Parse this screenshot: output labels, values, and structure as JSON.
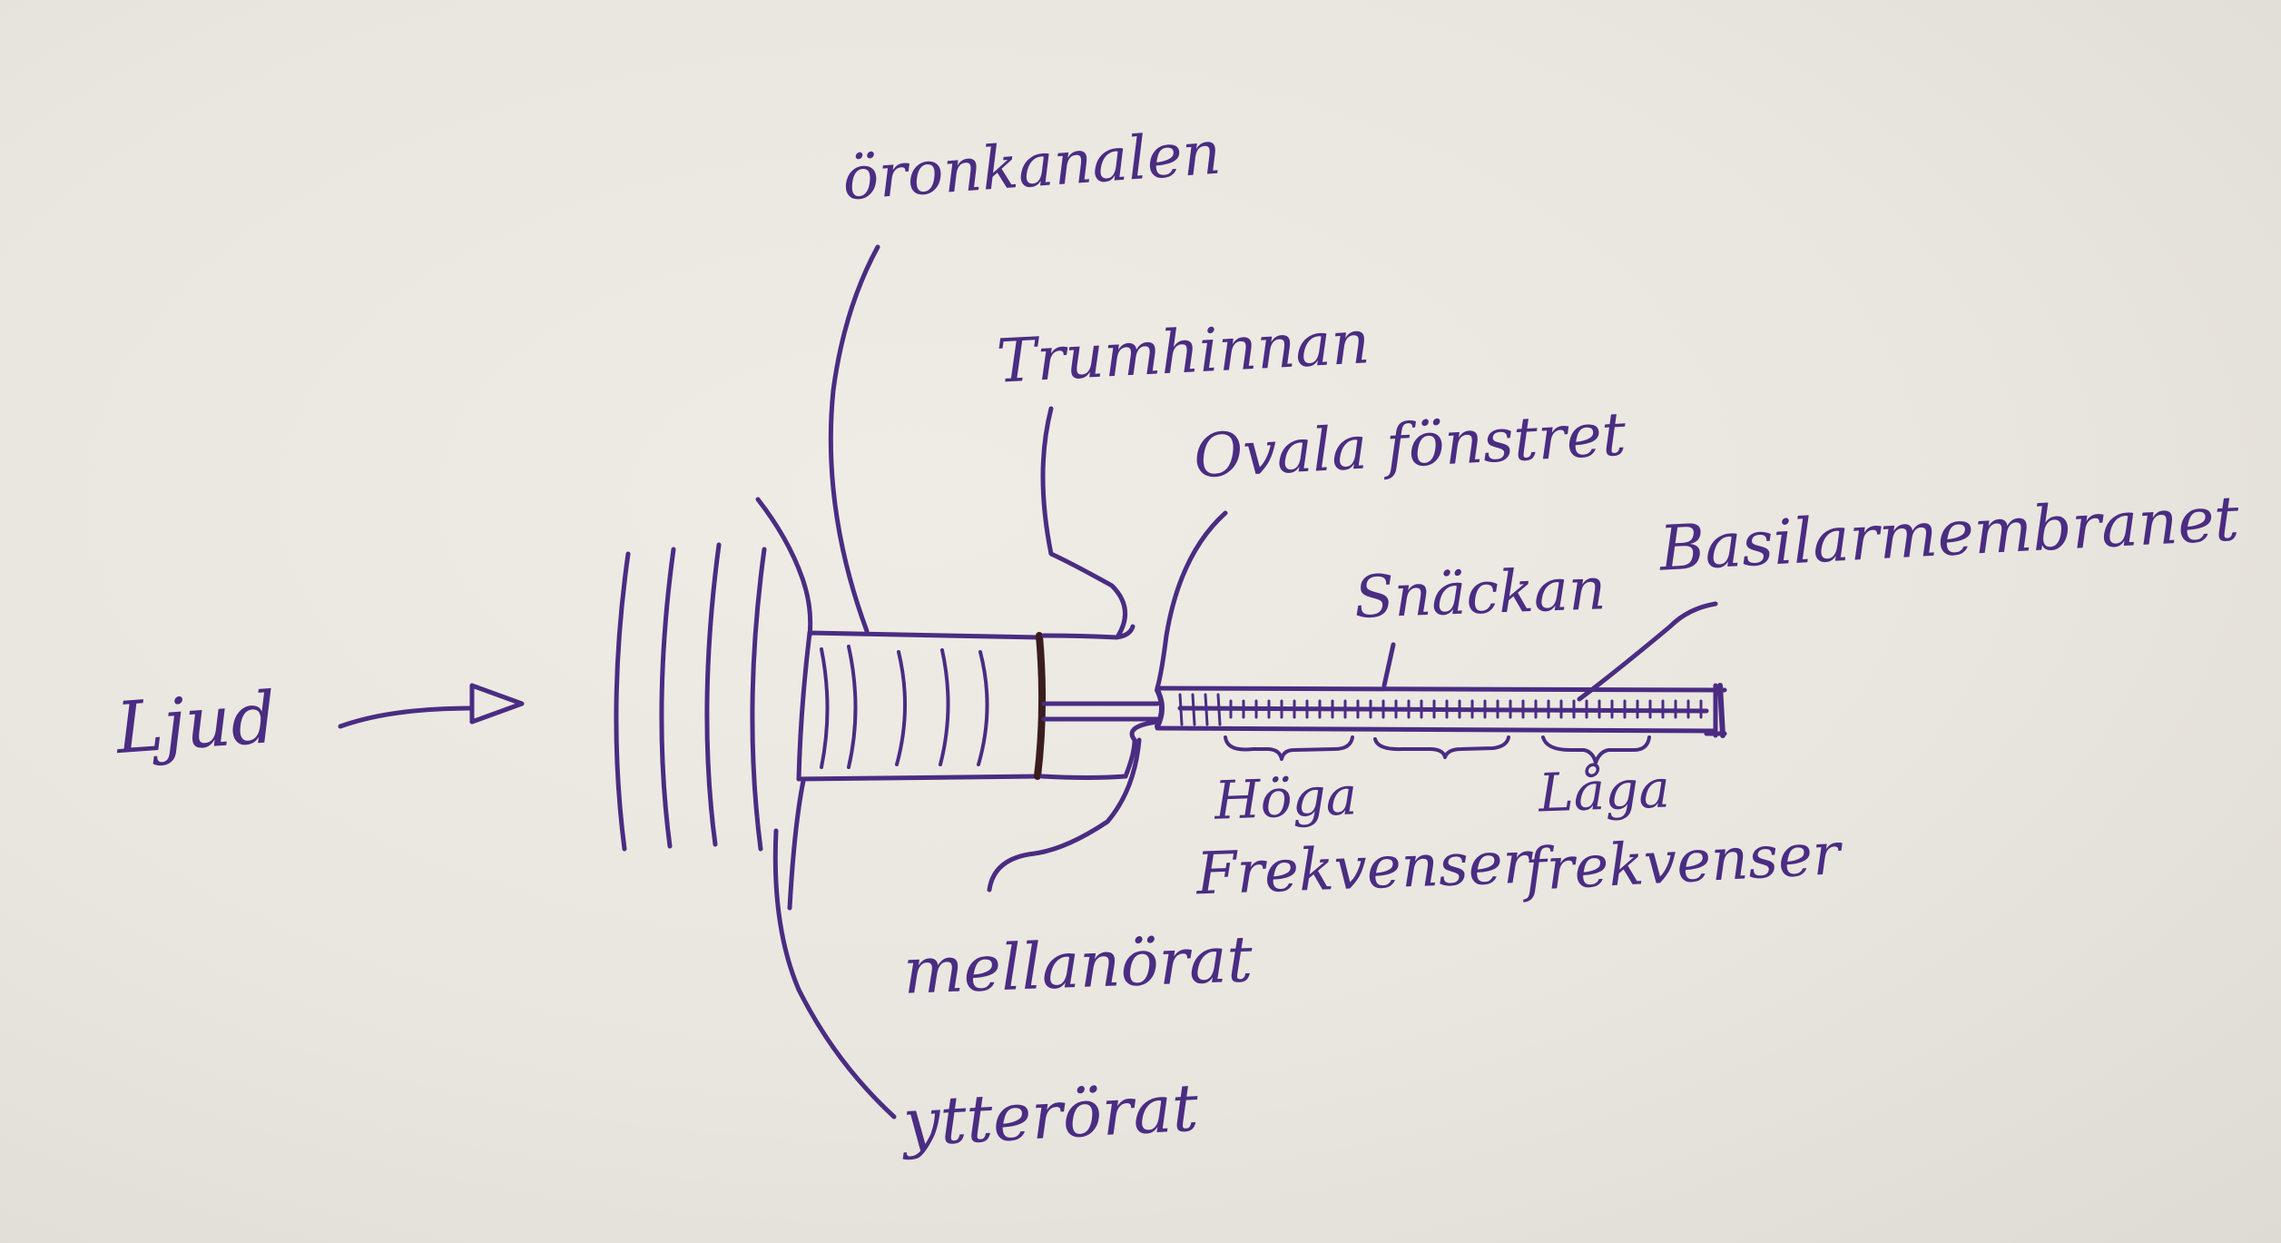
{
  "ink_color": "#4a2c82",
  "tissue_color": "#3a1e1e",
  "paper_color": "#ebe8e1",
  "labels": {
    "sound": "Ljud",
    "ear_canal": "öronkanalen",
    "eardrum": "Trumhinnan",
    "oval_window": "Ovala fönstret",
    "basilar_membrane": "Basilarmembranet",
    "cochlea": "Snäckan",
    "high_freq_line1": "Höga",
    "high_freq_line2": "Frekvenser",
    "low_freq_line1": "Låga",
    "low_freq_line2": "frekvenser",
    "middle_ear": "mellanörat",
    "outer_ear": "ytterörat"
  }
}
